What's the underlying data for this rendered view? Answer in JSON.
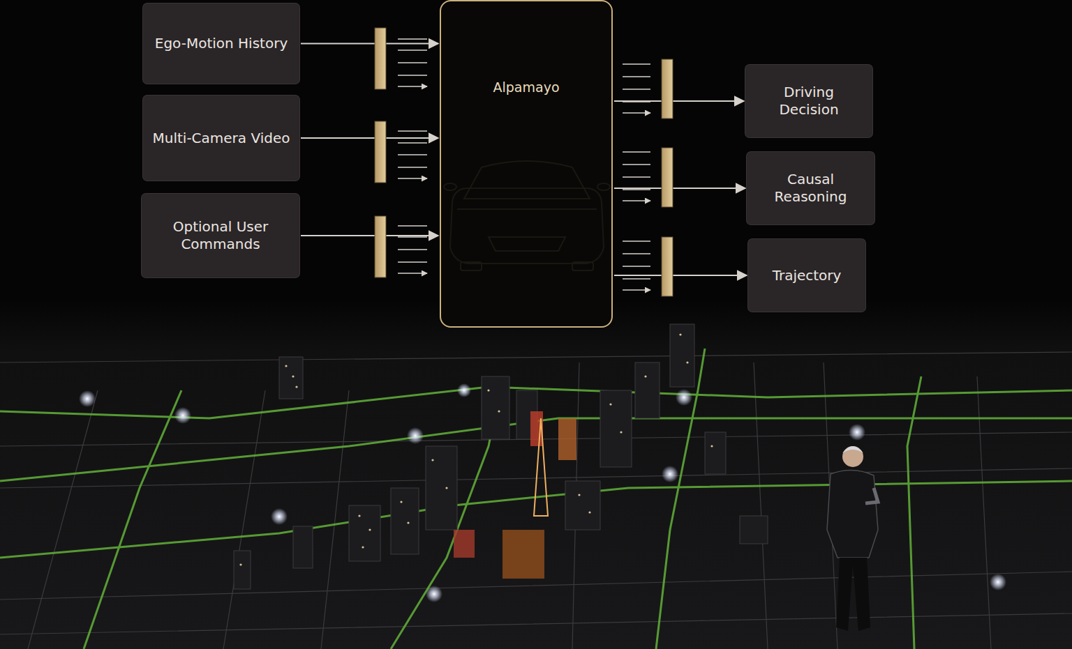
{
  "diagram": {
    "nodes": [
      {
        "text": [
          "Ego-Motion History"
        ]
      },
      {
        "text": [
          "Multi-Camera Video"
        ]
      },
      {
        "text": [
          "Optional User Commands"
        ]
      },
      {
        "text": [
          "Alpamayo"
        ]
      },
      {
        "text": [
          "Driving Decision"
        ]
      },
      {
        "text": [
          "Causal Reasoning"
        ]
      },
      {
        "text": [
          "Trajectory"
        ]
      }
    ],
    "edges": [
      {
        "from": 0,
        "to": 3,
        "arrow": "to"
      },
      {
        "from": 1,
        "to": 3,
        "arrow": "to"
      },
      {
        "from": 2,
        "to": 3,
        "arrow": "to"
      },
      {
        "from": 3,
        "to": 4,
        "arrow": "to"
      },
      {
        "from": 3,
        "to": 5,
        "arrow": "to"
      },
      {
        "from": 3,
        "to": 6,
        "arrow": "to"
      }
    ]
  }
}
